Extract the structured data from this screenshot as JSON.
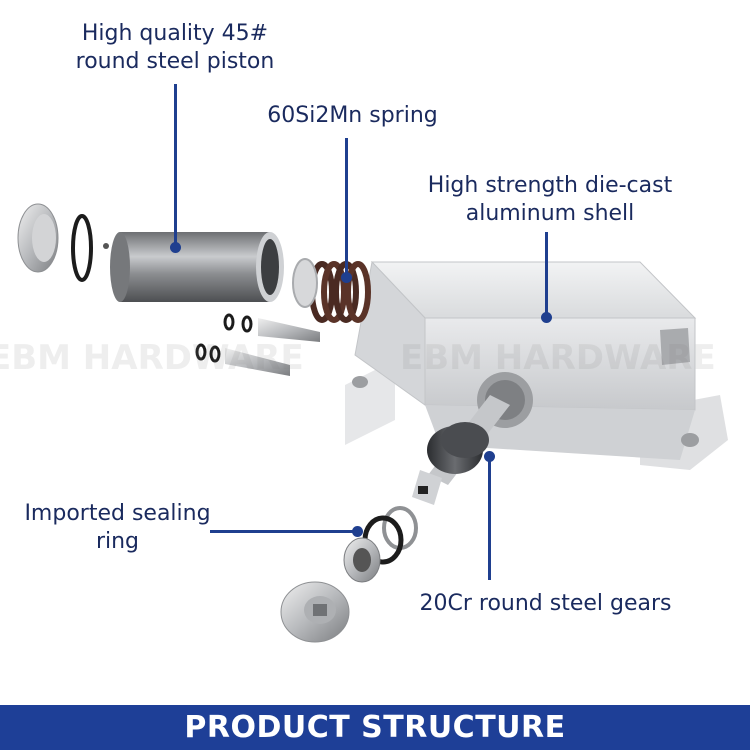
{
  "labels": {
    "piston_line1": "High quality 45#",
    "piston_line2": "round steel piston",
    "spring": "60Si2Mn spring",
    "shell_line1": "High strength die-cast",
    "shell_line2": "aluminum shell",
    "sealing_line1": "Imported sealing",
    "sealing_line2": "ring",
    "gears": "20Cr round steel gears"
  },
  "watermark": "EBM HARDWARE",
  "banner": {
    "text": "PRODUCT STRUCTURE",
    "color": "#1e3f97"
  },
  "colors": {
    "label_text": "#1a2a5e",
    "leader_line": "#1f3f8f"
  }
}
